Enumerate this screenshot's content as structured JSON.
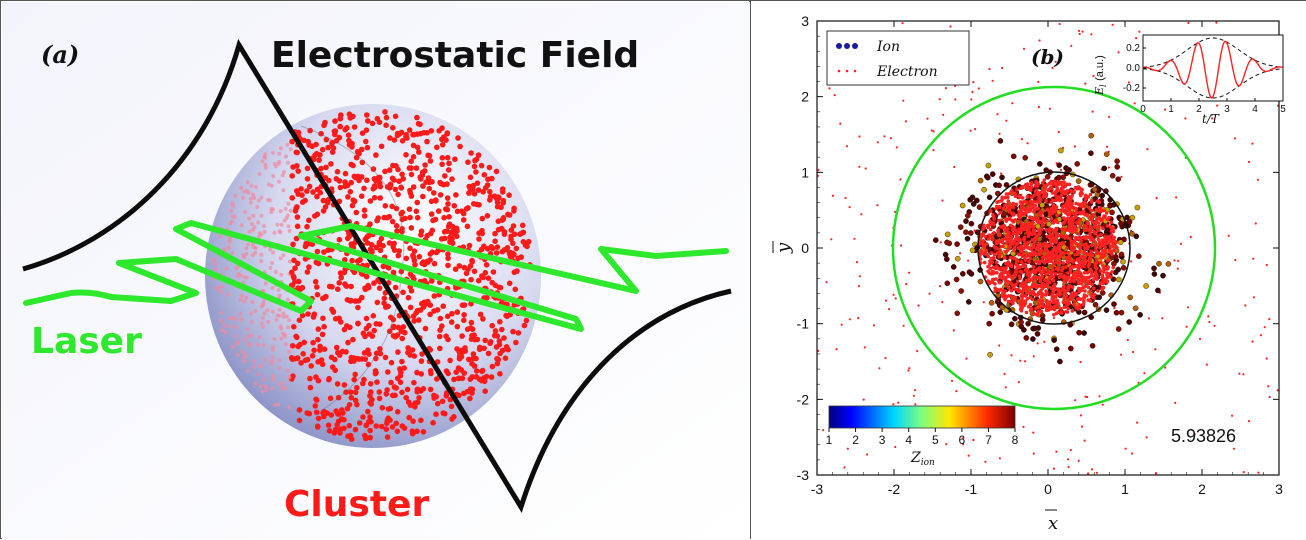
{
  "panel_a": {
    "tag": "(a)",
    "title": "Electrostatic Field",
    "laser_label": "Laser",
    "cluster_label": "Cluster",
    "colors": {
      "laser": "#2ee82e",
      "cluster": "#ff1a1a",
      "field": "#111111",
      "sphere": "#9aa0cf"
    }
  },
  "panel_b": {
    "tag": "(b)",
    "legend": {
      "ion": "Ion",
      "electron": "Electron"
    },
    "xlabel": "x",
    "ylabel": "y",
    "x_ticks": [
      "-3",
      "-2",
      "-1",
      "0",
      "1",
      "2",
      "3"
    ],
    "y_ticks": [
      "3",
      "2",
      "1",
      "0",
      "-1",
      "-2",
      "-3"
    ],
    "time_value": "5.93826",
    "colorbar": {
      "label": "Z_ion",
      "label_main": "Z",
      "label_sub": "ion",
      "ticks": [
        "1",
        "2",
        "3",
        "4",
        "5",
        "6",
        "7",
        "8"
      ]
    },
    "inset": {
      "ylabel_main": "E",
      "ylabel_sub": "l",
      "ylabel_unit": "(a.u.)",
      "xlabel": "t/T",
      "x_ticks": [
        "0",
        "1",
        "2",
        "3",
        "4",
        "5"
      ],
      "y_ticks": [
        "0.2",
        "0.0",
        "-0.2"
      ]
    },
    "colors": {
      "outer_circle": "#22dd22",
      "inner_circle": "#111111",
      "electron": "#ff2020",
      "ion": "#1a1aa0"
    }
  },
  "chart_data": {
    "type": "scatter",
    "xlim": [
      -3,
      3
    ],
    "ylim": [
      -3,
      3
    ],
    "series": [
      {
        "name": "Ion",
        "description": "dense cluster within radius ~1 centered near (0,0)"
      },
      {
        "name": "Electron",
        "description": "dense core within radius ~1, sparse scattered up to beyond |r|=3"
      }
    ],
    "circles": [
      {
        "center": [
          0,
          0
        ],
        "radius": 2.0
      },
      {
        "center": [
          0,
          0
        ],
        "radius": 1.0
      }
    ],
    "colorbar_range": [
      1,
      8
    ],
    "inset": {
      "type": "line",
      "xlim": [
        0,
        5
      ],
      "ylim": [
        -0.3,
        0.3
      ]
    }
  }
}
